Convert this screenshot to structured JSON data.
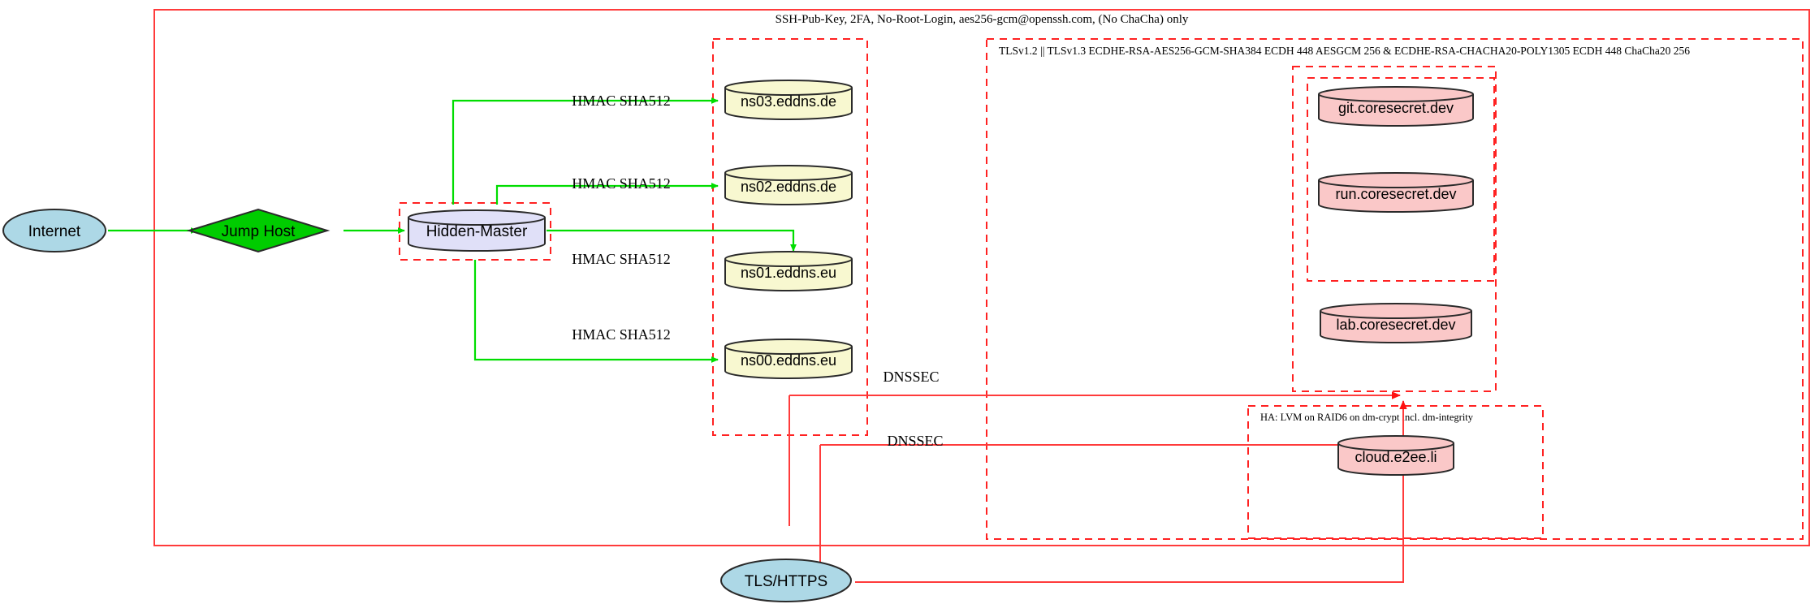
{
  "diagram": {
    "title_label": "SSH-Pub-Key, 2FA, No-Root-Login, aes256-gcm@openssh.com, (No ChaCha) only",
    "tls_cluster_label": "TLSv1.2 || TLSv1.3 ECDHE-RSA-AES256-GCM-SHA384 ECDH 448 AESGCM 256 & ECDHE-RSA-CHACHA20-POLY1305 ECDH 448 ChaCha20 256",
    "ha_cluster_label": "HA: LVM on RAID6 on dm-crypt incl. dm-integrity"
  },
  "nodes": {
    "internet": {
      "label": "Internet",
      "shape": "ellipse",
      "fill": "#add8e6"
    },
    "jump_host": {
      "label": "Jump Host",
      "shape": "diamond",
      "fill": "#00cc00"
    },
    "hidden_master": {
      "label": "Hidden-Master",
      "shape": "cylinder",
      "fill": "#e0e0f8"
    },
    "ns03": {
      "label": "ns03.eddns.de",
      "shape": "cylinder",
      "fill": "#f8f8d0"
    },
    "ns02": {
      "label": "ns02.eddns.de",
      "shape": "cylinder",
      "fill": "#f8f8d0"
    },
    "ns01": {
      "label": "ns01.eddns.eu",
      "shape": "cylinder",
      "fill": "#f8f8d0"
    },
    "ns00": {
      "label": "ns00.eddns.eu",
      "shape": "cylinder",
      "fill": "#f8f8d0"
    },
    "git": {
      "label": "git.coresecret.dev",
      "shape": "cylinder",
      "fill": "#fac8c8"
    },
    "run": {
      "label": "run.coresecret.dev",
      "shape": "cylinder",
      "fill": "#fac8c8"
    },
    "lab": {
      "label": "lab.coresecret.dev",
      "shape": "cylinder",
      "fill": "#fac8c8"
    },
    "cloud": {
      "label": "cloud.e2ee.li",
      "shape": "cylinder",
      "fill": "#fac8c8"
    },
    "tls_https": {
      "label": "TLS/HTTPS",
      "shape": "ellipse",
      "fill": "#add8e6"
    }
  },
  "edge_labels": {
    "hmac_ns03": "HMAC SHA512",
    "hmac_ns02": "HMAC SHA512",
    "hmac_ns01": "HMAC SHA512",
    "hmac_ns00": "HMAC SHA512",
    "dnssec_upper": "DNSSEC",
    "dnssec_lower": "DNSSEC"
  },
  "colors": {
    "green_edge": "#00dd00",
    "red_edge": "#ff3b3b",
    "cluster_stroke": "#ff2222",
    "node_stroke": "#2a2a2a",
    "blue_fill": "#add8e6",
    "green_fill": "#00cc00",
    "lavender_fill": "#e0e0f8",
    "yellow_fill": "#f8f8d0",
    "pink_fill": "#fac8c8"
  }
}
